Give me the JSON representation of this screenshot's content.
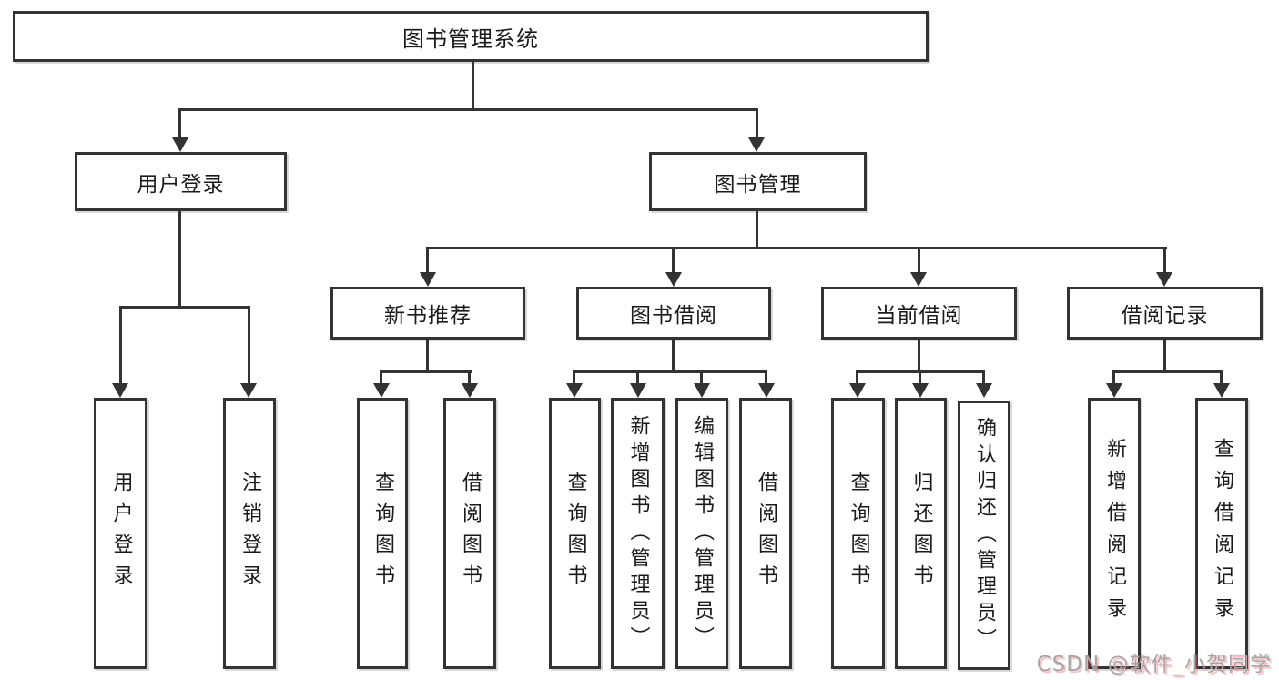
{
  "tree": {
    "root": {
      "label": "图书管理系统"
    },
    "level2": [
      {
        "id": "user-login",
        "label": "用户登录"
      },
      {
        "id": "book-management",
        "label": "图书管理"
      }
    ],
    "level3": [
      {
        "id": "new-book-recommend",
        "label": "新书推荐"
      },
      {
        "id": "book-borrow",
        "label": "图书借阅"
      },
      {
        "id": "current-borrow",
        "label": "当前借阅"
      },
      {
        "id": "borrow-record",
        "label": "借阅记录"
      }
    ],
    "leaves": [
      {
        "id": "user-login-leaf",
        "parent": "user-login",
        "label": "用户登录"
      },
      {
        "id": "logout-leaf",
        "parent": "user-login",
        "label": "注销登录"
      },
      {
        "id": "query-books-recommend",
        "parent": "new-book-recommend",
        "label": "查询图书"
      },
      {
        "id": "borrow-books-recommend",
        "parent": "new-book-recommend",
        "label": "借阅图书"
      },
      {
        "id": "query-books-borrow",
        "parent": "book-borrow",
        "label": "查询图书"
      },
      {
        "id": "add-books-admin",
        "parent": "book-borrow",
        "label": "新增图书（管理员）"
      },
      {
        "id": "edit-books-admin",
        "parent": "book-borrow",
        "label": "编辑图书（管理员）"
      },
      {
        "id": "borrow-books",
        "parent": "book-borrow",
        "label": "借阅图书"
      },
      {
        "id": "query-books-current",
        "parent": "current-borrow",
        "label": "查询图书"
      },
      {
        "id": "return-books",
        "parent": "current-borrow",
        "label": "归还图书"
      },
      {
        "id": "confirm-return-admin",
        "parent": "current-borrow",
        "label": "确认归还（管理员）"
      },
      {
        "id": "add-borrow-record",
        "parent": "borrow-record",
        "label": "新增借阅记录"
      },
      {
        "id": "query-borrow-record",
        "parent": "borrow-record",
        "label": "查询借阅记录"
      }
    ]
  },
  "watermark": {
    "text": "CSDN @软件_小贺同学"
  },
  "colors": {
    "line": "#333333",
    "box_border": "#333333",
    "box_fill": "#ffffff",
    "text": "#1a1a1a",
    "watermark_gray": "#a6a6a6",
    "watermark_pink": "#e6646e"
  }
}
